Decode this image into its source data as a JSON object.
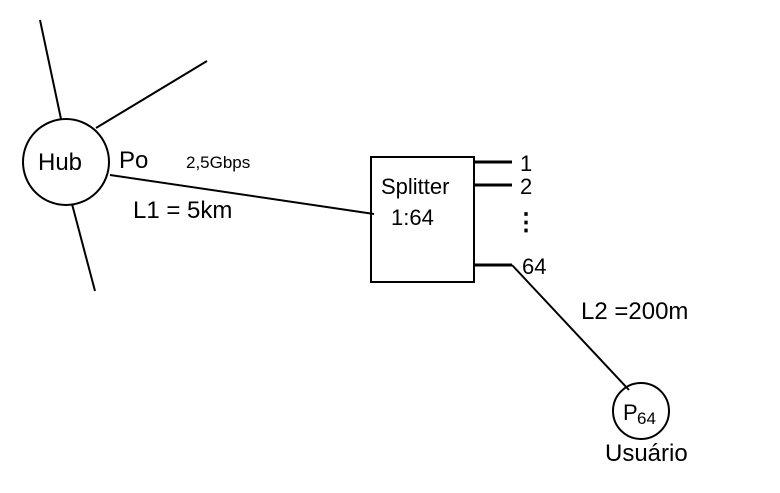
{
  "labels": {
    "hub": "Hub",
    "po": "Po",
    "bitrate": "2,5Gbps",
    "l1": "L1 = 5km",
    "splitter": "Splitter",
    "ratio": "1:64",
    "port_1": "1",
    "port_2": "2",
    "ellipsis": "⋮",
    "port_64": "64",
    "l2": "L2 =200m",
    "user_p": "P",
    "user_sub": "64",
    "user": "Usuário"
  },
  "colors": {
    "stroke": "#000000",
    "background": "#ffffff"
  }
}
